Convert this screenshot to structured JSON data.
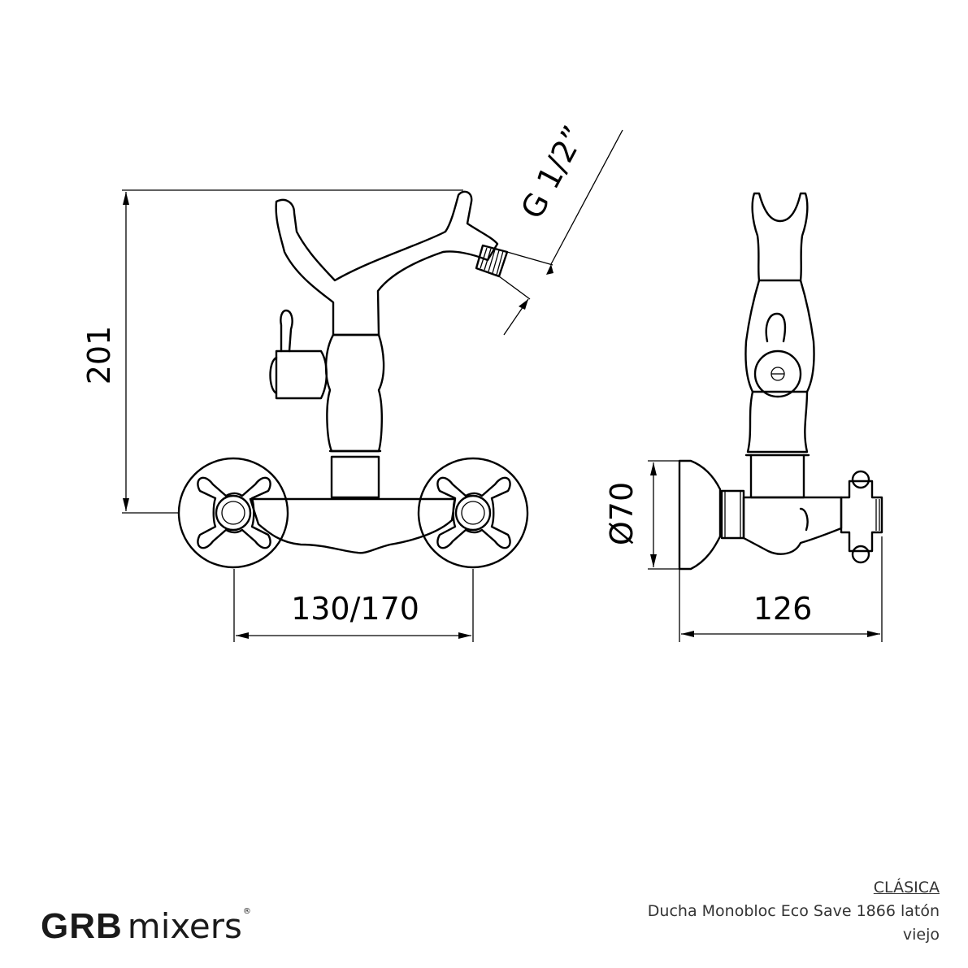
{
  "dimensions": {
    "height": "201",
    "thread": "G 1/2”",
    "diameter": "Ø70",
    "spacing": "130/170",
    "depth": "126"
  },
  "brand": {
    "name_bold": "GRB",
    "name_light": "mixers",
    "registered": "®"
  },
  "product": {
    "collection": "CLÁSICA",
    "line1": "Ducha Monobloc Eco Save 1866 latón",
    "line2": "viejo"
  }
}
